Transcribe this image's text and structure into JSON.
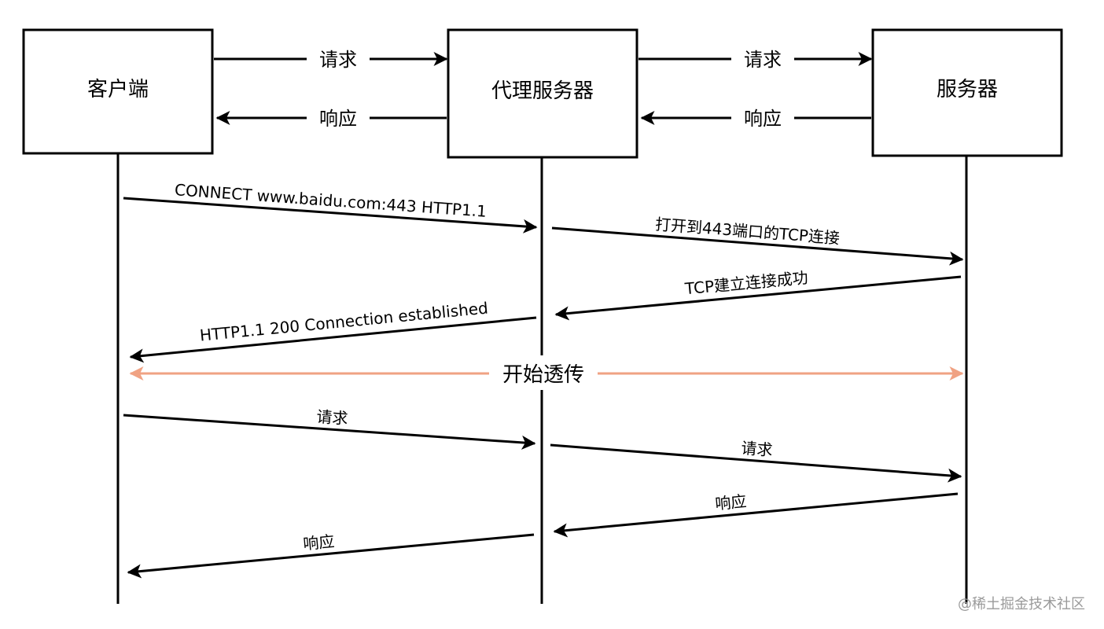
{
  "participants": {
    "client": "客户端",
    "proxy": "代理服务器",
    "server": "服务器"
  },
  "top_arrows": {
    "client_to_proxy_request": "请求",
    "proxy_to_client_response": "响应",
    "proxy_to_server_request": "请求",
    "server_to_proxy_response": "响应"
  },
  "messages": {
    "connect": "CONNECT www.baidu.com:443 HTTP1.1",
    "open_tcp": "打开到443端口的TCP连接",
    "tcp_ok": "TCP建立连接成功",
    "established": "HTTP1.1 200 Connection established",
    "tunnel": "开始透传",
    "req1": "请求",
    "req2": "请求",
    "resp1": "响应",
    "resp2": "响应"
  },
  "colors": {
    "line": "#000000",
    "tunnel": "#f0a283"
  },
  "watermark": "@稀土掘金技术社区"
}
